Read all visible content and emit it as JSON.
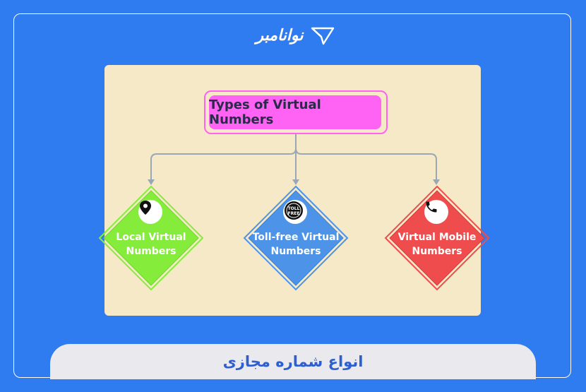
{
  "logo": {
    "text": "نوانامبر",
    "icon": "paper-plane-icon"
  },
  "diagram": {
    "root": "Types of Virtual Numbers",
    "children": [
      {
        "label_line1": "Local Virtual",
        "label_line2": "Numbers",
        "color": "#86ec3c",
        "icon": "location-pin-icon"
      },
      {
        "label_line1": "Toll-free Virtual",
        "label_line2": "Numbers",
        "color": "#4d94e8",
        "icon": "toll-free-icon",
        "icon_text1": "TOLL",
        "icon_text2": "FREE"
      },
      {
        "label_line1": "Virtual Mobile",
        "label_line2": "Numbers",
        "color": "#ef4d4d",
        "icon": "phone-icon"
      }
    ]
  },
  "caption": "انواع شماره مجازی",
  "colors": {
    "background": "#2f7bf0",
    "panel": "#f6e9c8",
    "root": "#ff63f3",
    "caption": "#2d5fd0"
  }
}
